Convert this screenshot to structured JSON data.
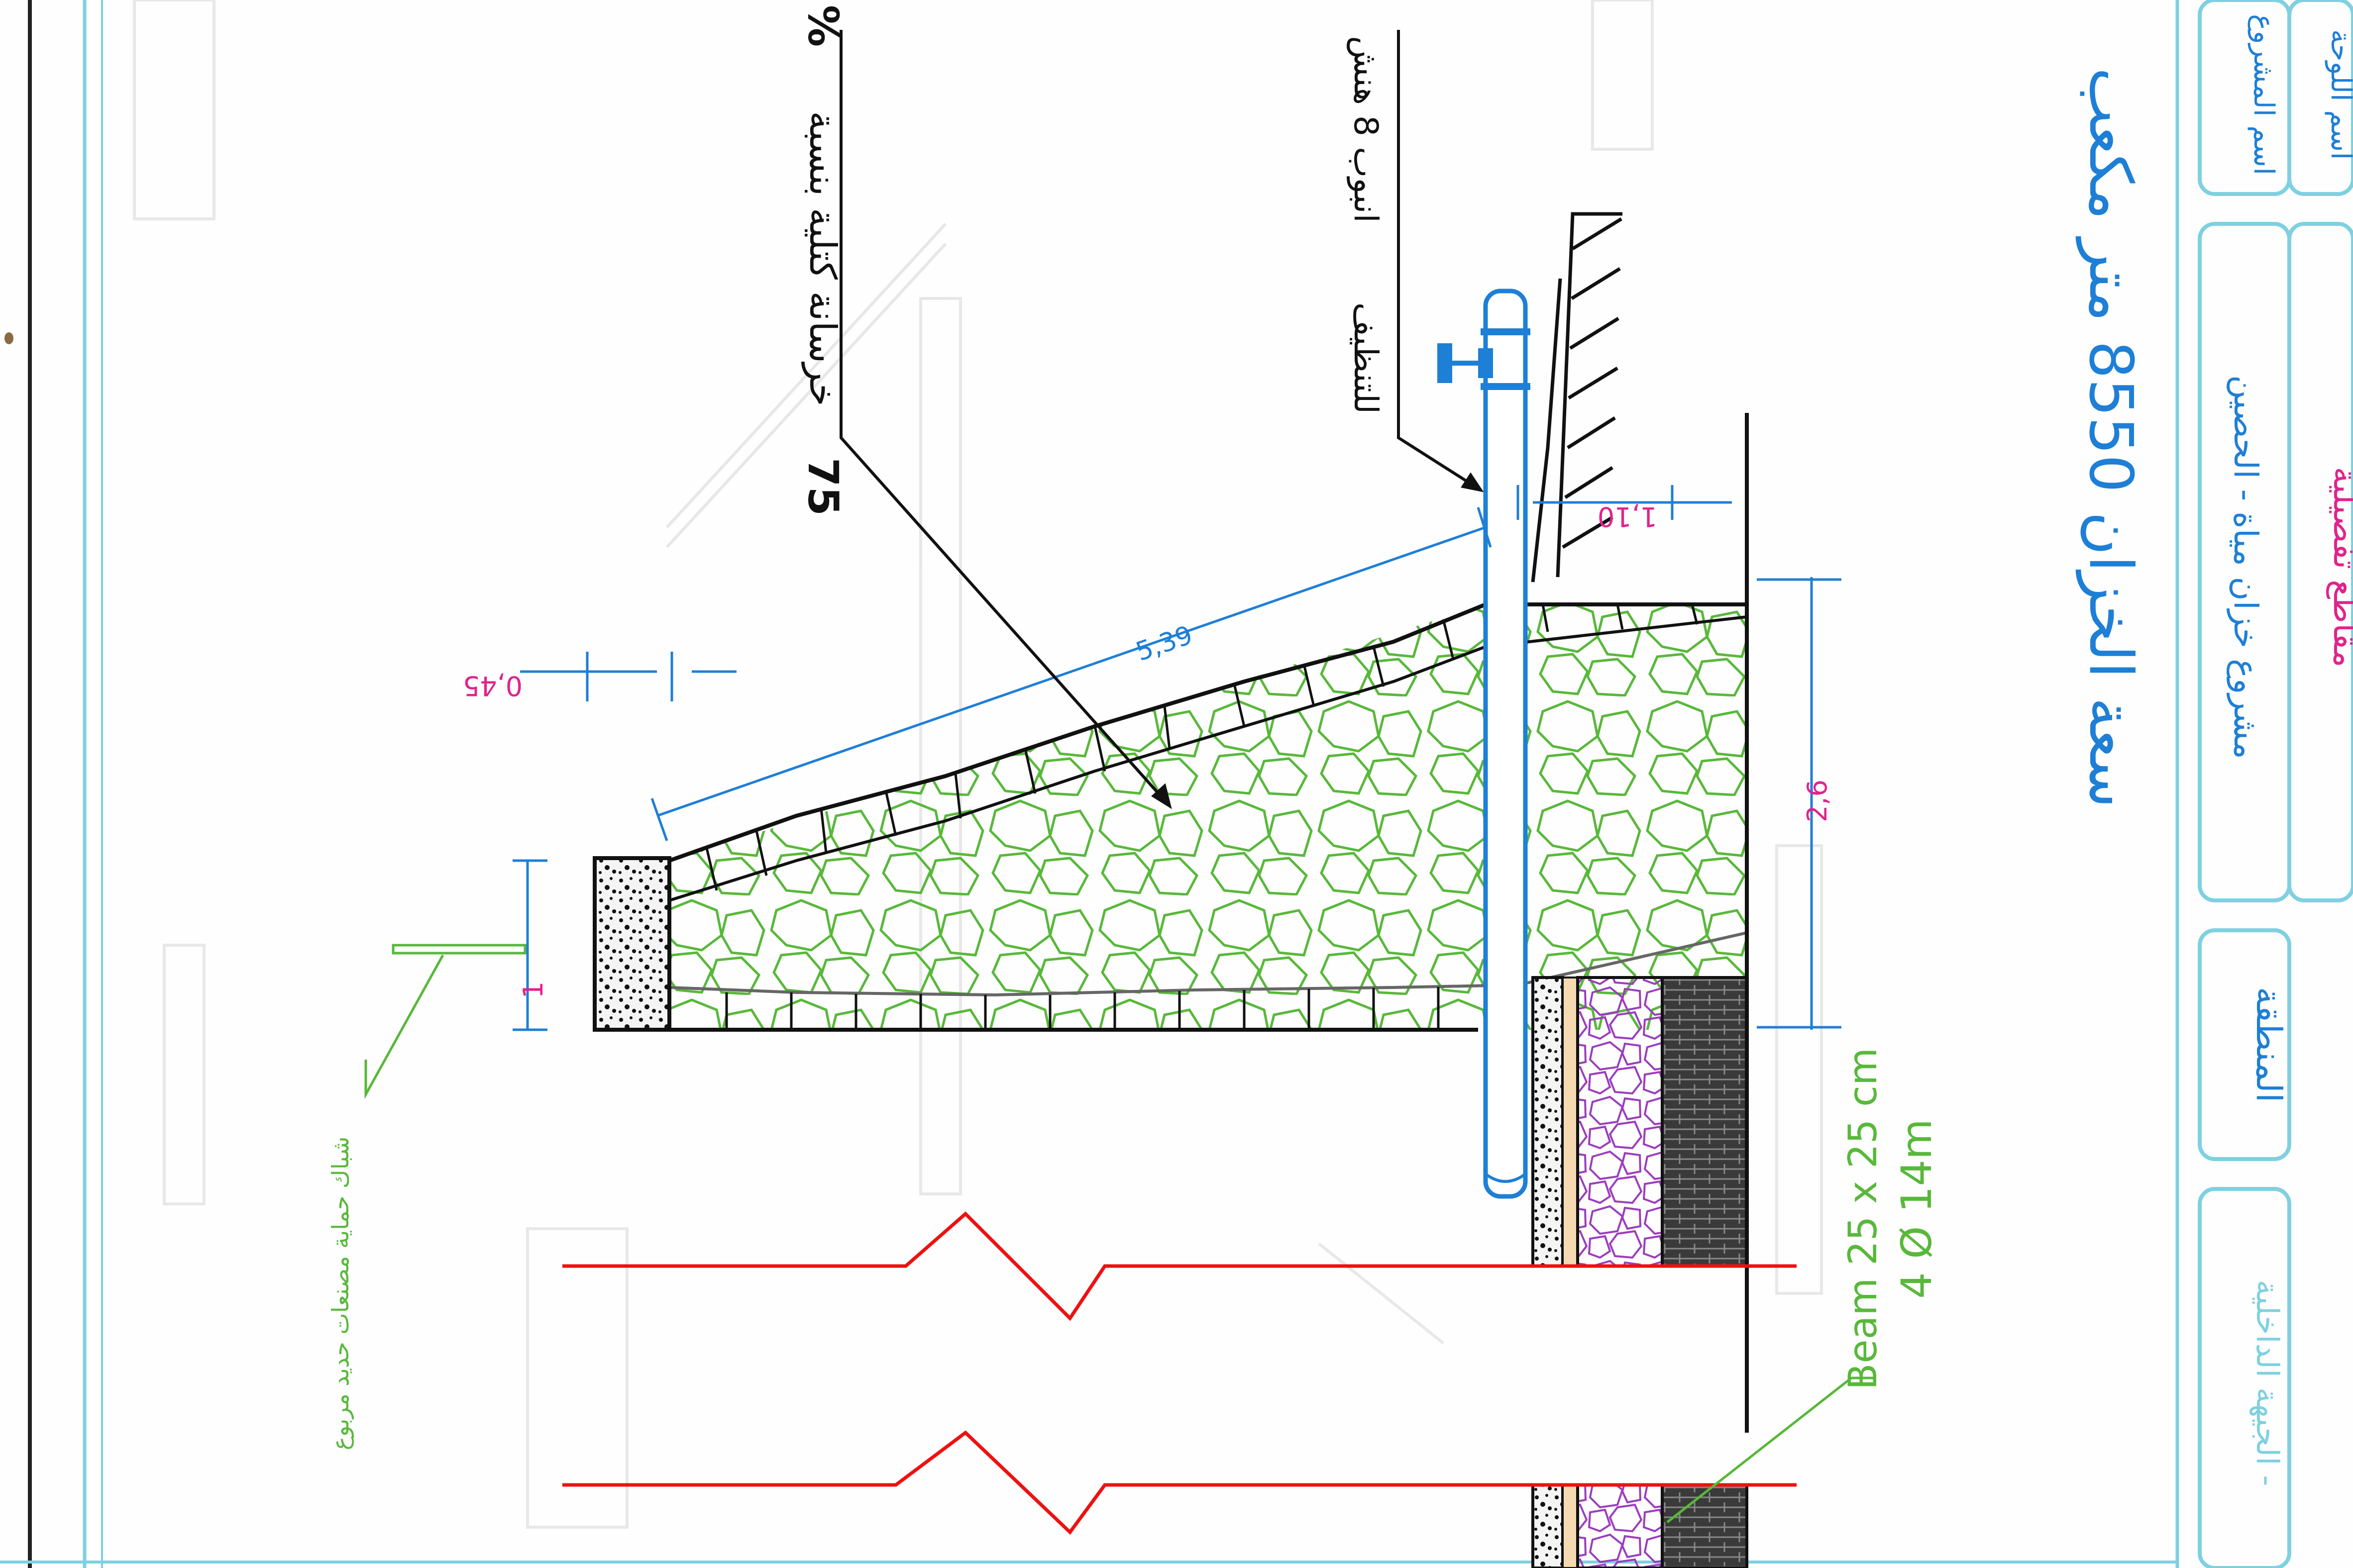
{
  "title_block": {
    "tank_capacity": "سعة الخزان 8550 متر مكعب",
    "project_label": "اسم المشروع",
    "project_name": "مشروع خزان مياة - الحصين",
    "sheet_label": "اسم اللوحة",
    "sheet_name": "مقاطع تفصيلية",
    "region": "المنطقة",
    "district": "الجيهة الداخلية -"
  },
  "annotations": {
    "concrete_note_pct": "%",
    "concrete_note": "خرسانة كتلية بنسبة",
    "concrete_note_value": "75",
    "pipe_note_a": "انبوب 8 هنش",
    "pipe_note_b": "للتنظيف",
    "mesh_note": "شباك حماية مصنعات حديد مربوع",
    "beam_size": "Beam 25 x 25 cm",
    "beam_rebar": "4 Ø 14m"
  },
  "dimensions": {
    "slope_length": "5,39",
    "offset": "0,45",
    "pipe_gap": "1,10",
    "wall_height": "2,6",
    "parapet": "1"
  },
  "colors": {
    "blue": "#1e7fd6",
    "green": "#58b83a",
    "magenta": "#e0238c",
    "red": "#ee1111",
    "purple": "#9b3dbd",
    "frame": "#7fd0e0"
  }
}
